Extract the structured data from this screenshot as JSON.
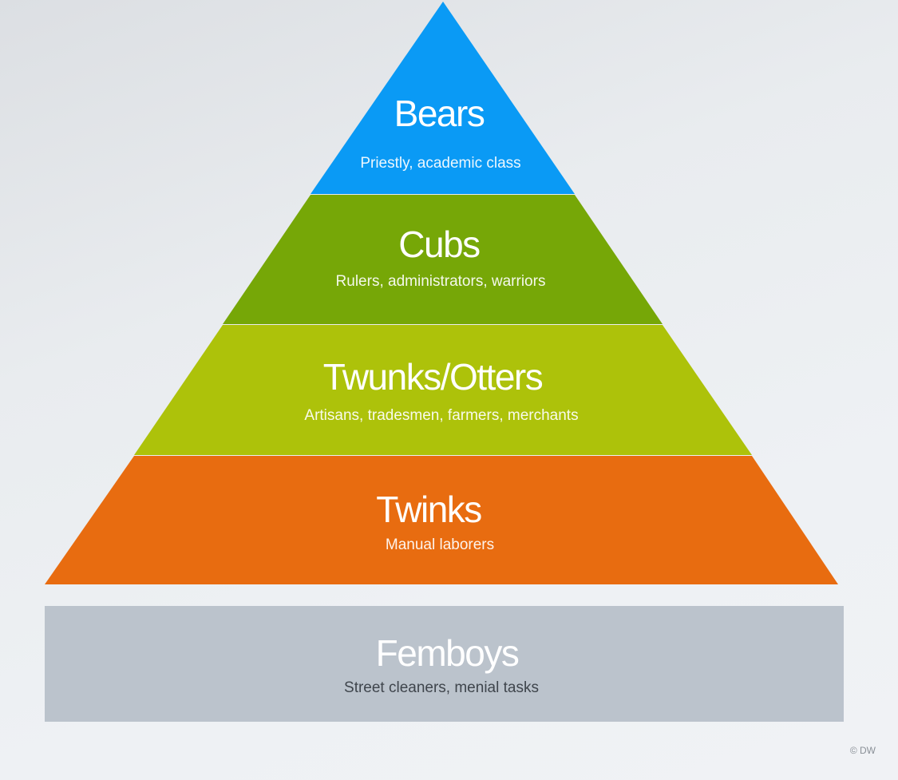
{
  "pyramid": {
    "tiers": [
      {
        "name": "Bears",
        "description": "Priestly, academic class",
        "color": "#0a9af5"
      },
      {
        "name": "Cubs",
        "description": "Rulers, administrators, warriors",
        "color": "#76a707"
      },
      {
        "name": "Twunks/Otters",
        "description": "Artisans, tradesmen, farmers, merchants",
        "color": "#adc20a"
      },
      {
        "name": "Twinks",
        "description": "Manual laborers",
        "color": "#e86c10"
      }
    ],
    "base": {
      "name": "Femboys",
      "description": "Street cleaners, menial tasks",
      "color": "#bbc3cc"
    }
  },
  "credit": "© DW"
}
